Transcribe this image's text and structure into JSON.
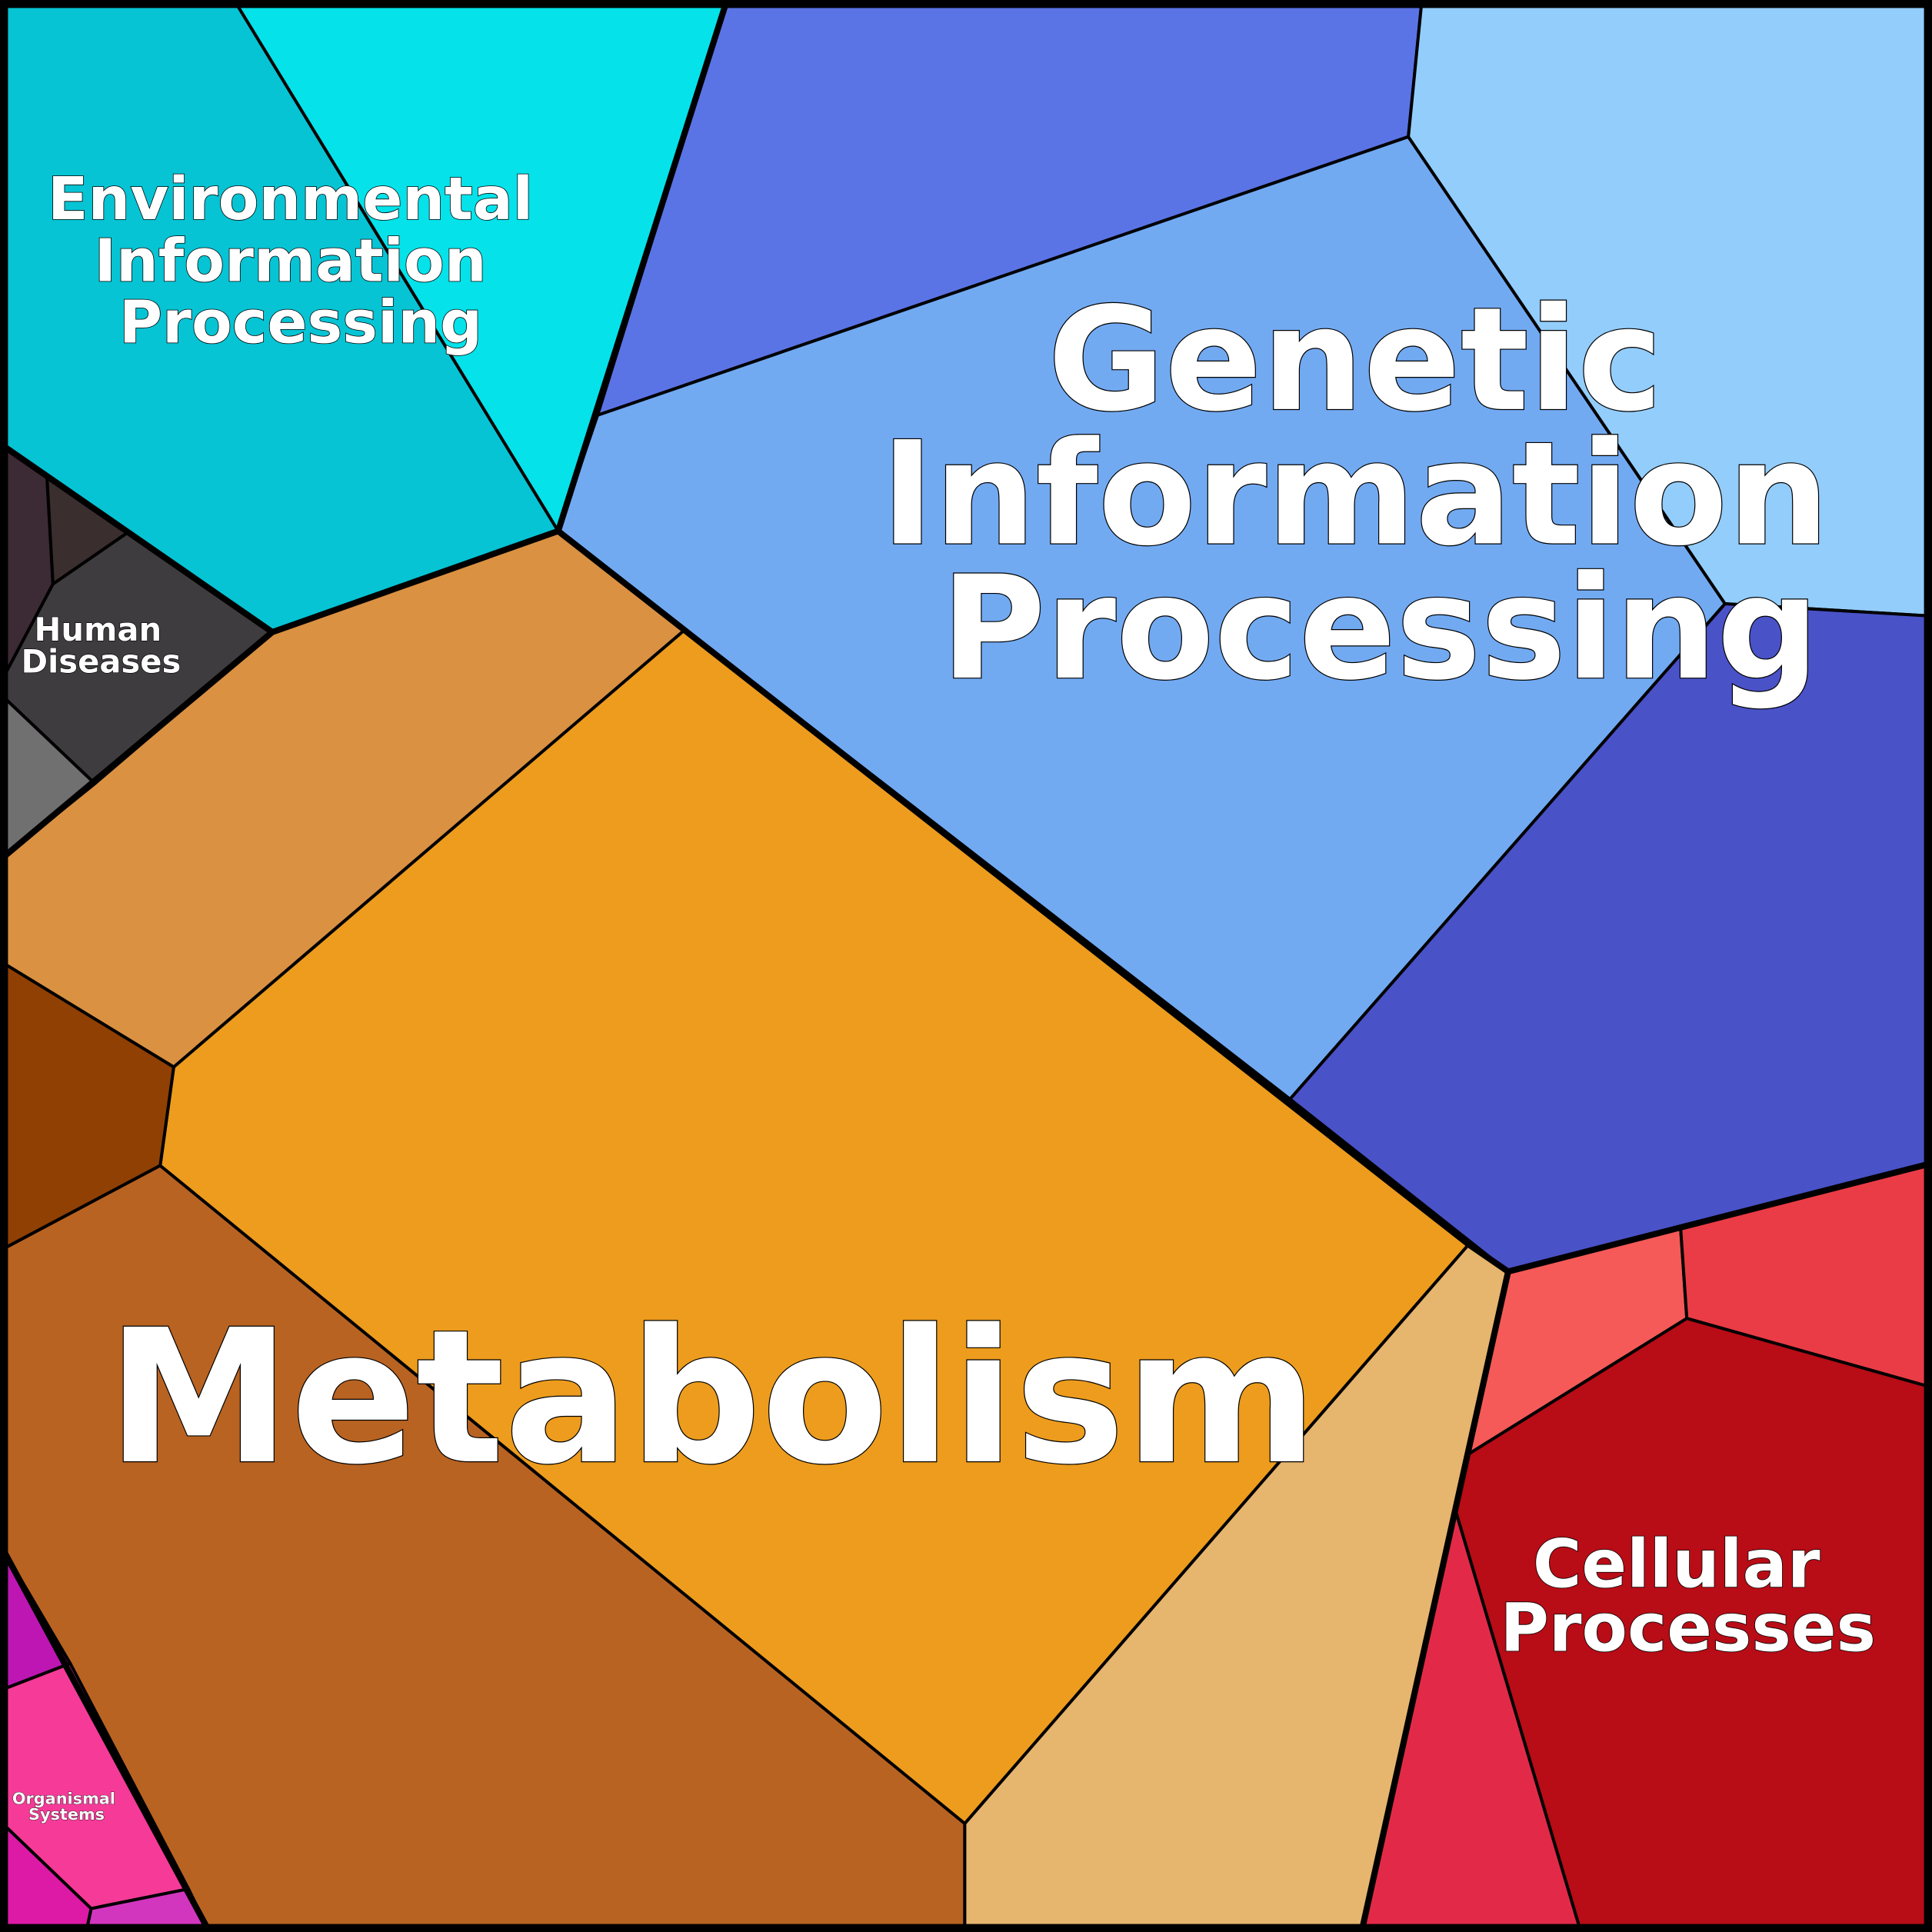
{
  "chart_data": {
    "type": "voronoi-treemap",
    "groups": [
      {
        "name": "Environmental Information Processing",
        "lines": [
          "Environmental",
          "Information",
          "Processing"
        ],
        "colors": [
          "#06c4d4",
          "#05e2ea"
        ]
      },
      {
        "name": "Genetic Information Processing",
        "lines": [
          "Genetic",
          "Information",
          "Processing"
        ],
        "colors": [
          "#5a74e6",
          "#72aaf2",
          "#93cdfc",
          "#4a52c8"
        ]
      },
      {
        "name": "Metabolism",
        "lines": [
          "Metabolism"
        ],
        "colors": [
          "#da9142",
          "#ed9c1e",
          "#904003",
          "#b96322",
          "#e6b56e"
        ]
      },
      {
        "name": "Human Diseases",
        "lines": [
          "Human",
          "Diseases"
        ],
        "colors": [
          "#3c2a34",
          "#3a2e2e",
          "#3e3c3e",
          "#707070"
        ]
      },
      {
        "name": "Cellular Processes",
        "lines": [
          "Cellular",
          "Processes"
        ],
        "colors": [
          "#f55a58",
          "#ea3c46",
          "#b80c16",
          "#e22a48"
        ]
      },
      {
        "name": "Organismal Systems",
        "lines": [
          "Organismal",
          "Systems"
        ],
        "colors": [
          "#be16b2",
          "#f53a98",
          "#dc1aa6",
          "#d236be"
        ]
      }
    ]
  }
}
